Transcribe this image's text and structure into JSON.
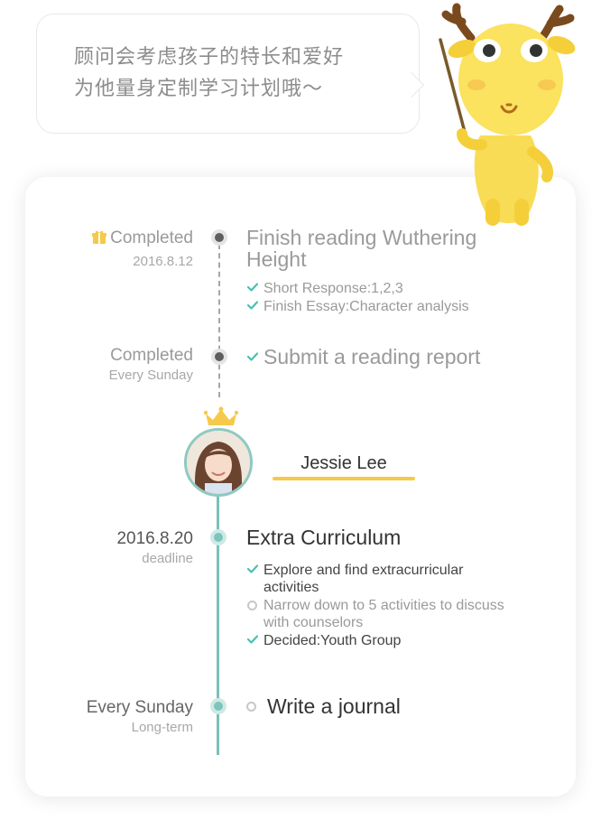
{
  "bubble": {
    "line1": "顾问会考虑孩子的特长和爱好",
    "line2": "为他量身定制学习计划哦～"
  },
  "timeline": {
    "past": [
      {
        "status": "Completed",
        "date": "2016.8.12",
        "title_line1": "Finish reading Wuthering",
        "title_line2": "Height",
        "items": [
          {
            "text": "Short Response:1,2,3",
            "done": true
          },
          {
            "text": "Finish Essay:Character analysis",
            "done": true
          }
        ]
      },
      {
        "status": "Completed",
        "date": "Every Sunday",
        "title": "Submit a reading report",
        "done": true
      }
    ],
    "student": {
      "name": "Jessie Lee"
    },
    "upcoming": [
      {
        "date": "2016.8.20",
        "sub": "deadline",
        "title": "Extra Curriculum",
        "items": [
          {
            "line1": "Explore and find extracurricular",
            "line2": "activities",
            "done": true
          },
          {
            "line1": "Narrow down to 5 activities to discuss",
            "line2": "with counselors",
            "done": false
          },
          {
            "line1": "Decided:Youth Group",
            "line2": "",
            "done": true
          }
        ]
      },
      {
        "date": "Every Sunday",
        "sub": "Long-term",
        "title": "Write a journal",
        "done": false
      }
    ]
  },
  "colors": {
    "teal": "#79c0b8",
    "yellow": "#f5c94a",
    "gray_text": "#9a9a9a",
    "dark_text": "#333333"
  },
  "icons": [
    "gift-icon",
    "check-icon",
    "circle-icon",
    "crown-icon",
    "mascot-deer"
  ]
}
